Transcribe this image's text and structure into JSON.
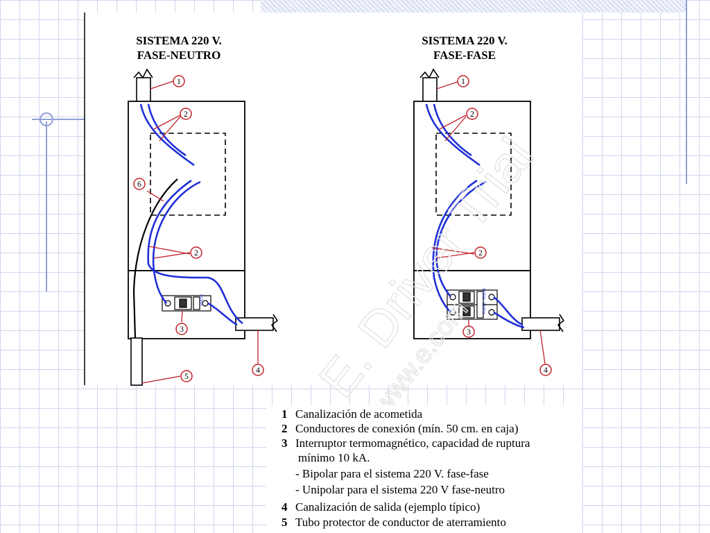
{
  "diagrams": [
    {
      "title_line1": "SISTEMA 220 V.",
      "title_line2": "FASE-NEUTRO"
    },
    {
      "title_line1": "SISTEMA 220 V.",
      "title_line2": "FASE-FASE"
    }
  ],
  "callouts": {
    "c1": "1",
    "c2": "2",
    "c3": "3",
    "c4": "4",
    "c5": "5",
    "c6": "6"
  },
  "breaker_text": "PULSE",
  "legend": [
    {
      "num": "1",
      "text": "Canalización de acometida"
    },
    {
      "num": "2",
      "text": "Conductores de conexión (mín. 50 cm. en caja)"
    },
    {
      "num": "3",
      "text": "Interruptor termomagnético, capacidad de ruptura"
    },
    {
      "num": "",
      "text": "mínimo 10 kA."
    },
    {
      "num": "",
      "text": "- Bipolar para el sistema 220 V. fase-fase"
    },
    {
      "num": "",
      "text": "- Unipolar para el sistema 220 V fase-neutro"
    },
    {
      "num": "4",
      "text": "Canalización de salida (ejemplo típico)"
    },
    {
      "num": "5",
      "text": "Tubo protector de conductor de aterramiento"
    }
  ],
  "watermark": {
    "line1": "E. Driver Trial",
    "line2": "www.e.com"
  },
  "colors": {
    "wire": "#1f2fd6",
    "callout": "#c0202a",
    "ink": "#000000",
    "grid": "#cfd6ee"
  }
}
